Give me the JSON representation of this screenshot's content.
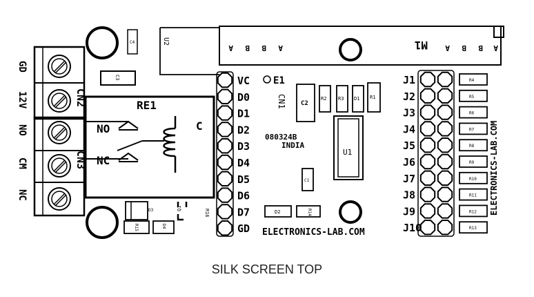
{
  "board": {
    "main_label": "RE1",
    "relay_pin_no": "NO",
    "relay_pin_nc": "NC",
    "relay_common": "C",
    "cn1": "CN1",
    "cn2": "CN2",
    "cn3": "CN3",
    "cn2_pins": [
      "GD",
      "12V"
    ],
    "cn3_pins": [
      "NO",
      "CM",
      "NC"
    ],
    "left_header_pins": [
      "VC",
      "D0",
      "D1",
      "D2",
      "D3",
      "D4",
      "D5",
      "D6",
      "D7",
      "GD"
    ],
    "right_header_pins": [
      "J1",
      "J2",
      "J3",
      "J4",
      "J5",
      "J6",
      "J7",
      "J8",
      "J9",
      "J10"
    ],
    "resistors_right": [
      "R4",
      "R5",
      "R6",
      "R7",
      "R8",
      "R9",
      "R10",
      "R11",
      "R12",
      "R13"
    ],
    "code_line1": "080324B",
    "code_line2": "INDIA",
    "site_label": "ELECTRONICS-LAB.COM",
    "site_label_vertical": "ELECTRONICS-LAB.COM",
    "e1": "E1",
    "u1": "U1",
    "u2": "U2",
    "c1": "C1",
    "c2": "C2",
    "c3": "C3",
    "c4": "C4",
    "r1": "R1",
    "r2": "R2",
    "r3": "R3",
    "d1": "D1",
    "d2": "D2",
    "d3": "D3",
    "d4": "D4",
    "r14": "R14",
    "r15": "R15",
    "r16": "R16",
    "q1": "Q1",
    "m1": "M1",
    "m1_pins_left": [
      "A",
      "B",
      "B",
      "A"
    ],
    "m1_pins_right": [
      "A",
      "B",
      "B",
      "A"
    ]
  },
  "caption": "SILK SCREEN TOP"
}
